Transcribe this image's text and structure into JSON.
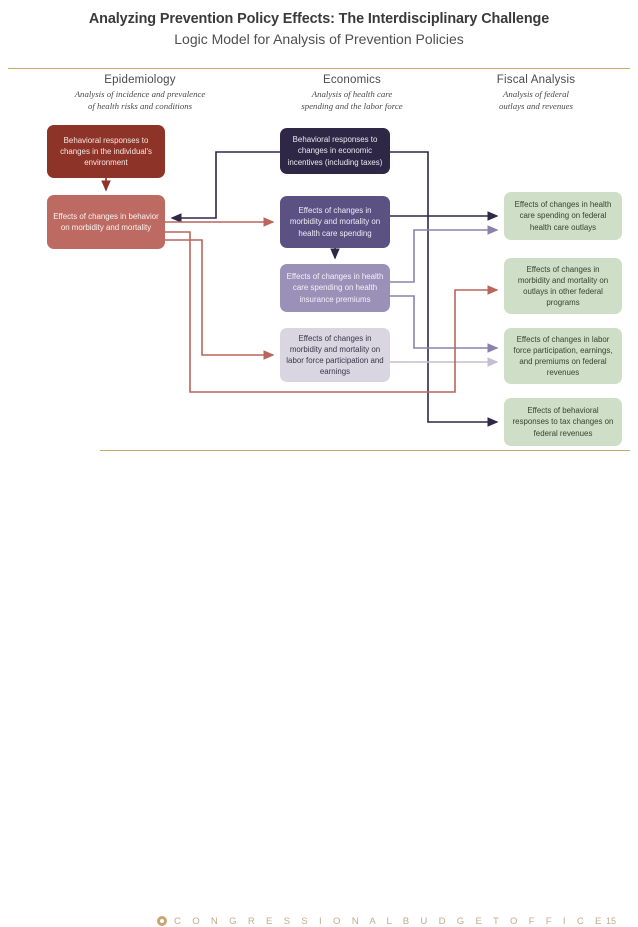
{
  "slide": {
    "main_title": "Analyzing Prevention Policy Effects: The Interdisciplinary Challenge",
    "sub_title": "Logic Model for Analysis of Prevention Policies"
  },
  "columns": [
    {
      "key": "epidemiology",
      "title": "Epidemiology",
      "subtitle": "Analysis of incidence and prevalence\nof health risks and conditions"
    },
    {
      "key": "economics",
      "title": "Economics",
      "subtitle": "Analysis of health care\nspending and the labor force"
    },
    {
      "key": "fiscal",
      "title": "Fiscal Analysis",
      "subtitle": "Analysis of federal\noutlays and revenues"
    }
  ],
  "boxes": {
    "left": [
      {
        "id": "l1",
        "text": "Behavioral responses to changes in the individual's environment",
        "color": "#8e3327"
      },
      {
        "id": "l2",
        "text": "Effects of changes in behavior on morbidity and mortality",
        "color": "#bd6a62"
      }
    ],
    "middle": [
      {
        "id": "m1",
        "text": "Behavioral responses to changes in economic incentives (including taxes)",
        "color": "#2e2746"
      },
      {
        "id": "m2",
        "text": "Effects of changes in morbidity and mortality on health care spending",
        "color": "#5c5183"
      },
      {
        "id": "m3",
        "text": "Effects of changes in health care spending on health insurance premiums",
        "color": "#9a90b8"
      },
      {
        "id": "m4",
        "text": "Effects of changes in morbidity and mortality on labor force participation and earnings",
        "color": "#d9d6e2"
      }
    ],
    "right": [
      {
        "id": "r1",
        "text": "Effects of changes in health care spending on federal health care outlays",
        "color": "#cfdec6"
      },
      {
        "id": "r2",
        "text": "Effects of changes in morbidity and mortality on outlays in other federal programs",
        "color": "#cfdec6"
      },
      {
        "id": "r3",
        "text": "Effects of changes in labor force participation, earnings, and premiums on federal revenues",
        "color": "#cfdec6"
      },
      {
        "id": "r4",
        "text": "Effects of behavioral responses to tax changes on federal revenues",
        "color": "#cfdec6"
      }
    ]
  },
  "connector_colors": {
    "navy": "#2e2746",
    "purple_mid": "#8b82ab",
    "purple_light": "#c3bed3",
    "red": "#b9655c",
    "red_dark": "#8e3327"
  },
  "footer": {
    "organization": "C O N G R E S S I O N A L   B U D G E T   O F F I C E",
    "page_number": "15",
    "seal_icon": "cbo-seal-icon",
    "rule_color": "#c9a86a"
  }
}
